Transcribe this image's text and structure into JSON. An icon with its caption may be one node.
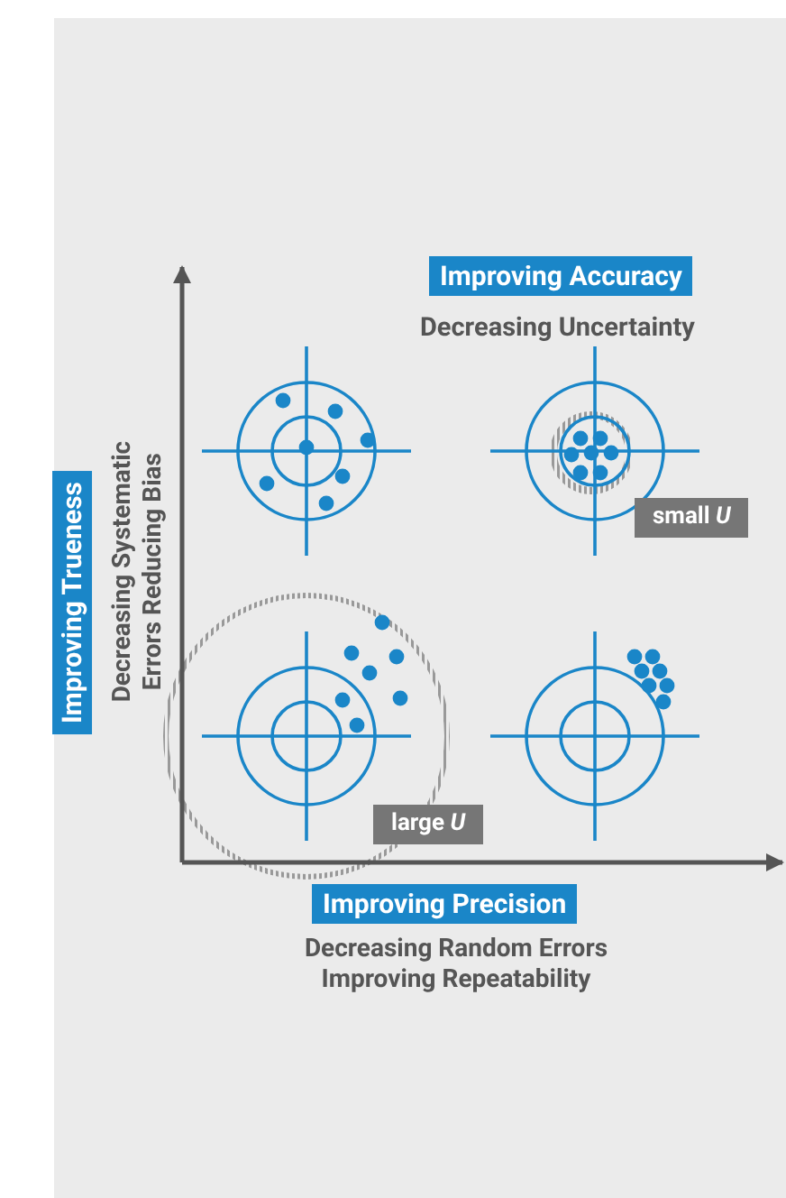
{
  "diagram": {
    "labels": [
      "Improving Accuracy",
      "Decreasing Uncertainty",
      "small *U*",
      "Improving Trueness",
      "Decreasing Systematic Errors Reducing Bias",
      "large *U*",
      "Improving Precision",
      "Decreasing Random Errors Improving Repeatability"
    ]
  }
}
